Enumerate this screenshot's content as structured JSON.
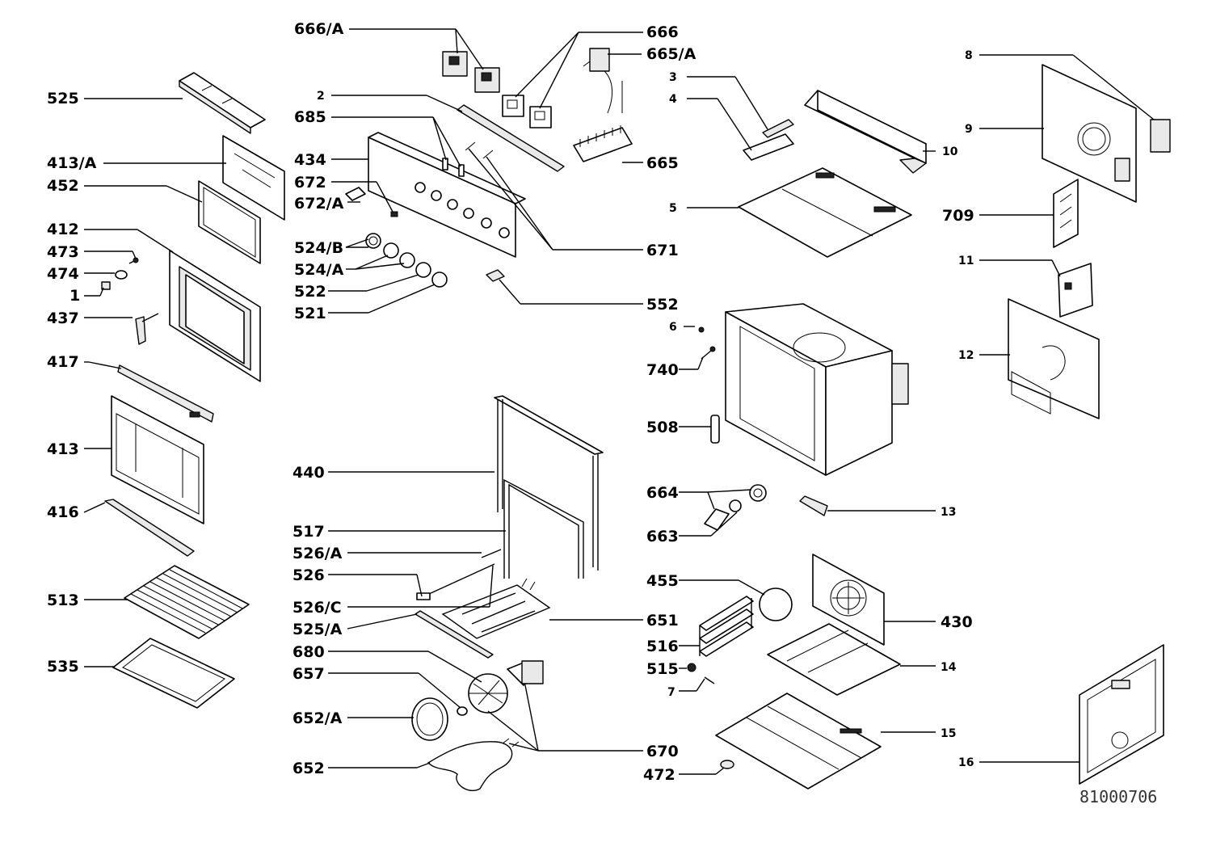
{
  "diagram": {
    "document_number": "81000706",
    "labels": {
      "p525": "525",
      "p413a": "413/A",
      "p452": "452",
      "p412": "412",
      "p473": "473",
      "p474": "474",
      "p1": "1",
      "p437": "437",
      "p417": "417",
      "p413": "413",
      "p416": "416",
      "p513": "513",
      "p535": "535",
      "p666a": "666/A",
      "p2": "2",
      "p685": "685",
      "p434": "434",
      "p672": "672",
      "p672a": "672/A",
      "p524b": "524/B",
      "p524a": "524/A",
      "p522": "522",
      "p521": "521",
      "p666": "666",
      "p665a": "665/A",
      "p665": "665",
      "p671": "671",
      "p552": "552",
      "p440": "440",
      "p517": "517",
      "p526a": "526/A",
      "p526": "526",
      "p526c": "526/C",
      "p525a": "525/A",
      "p680": "680",
      "p657": "657",
      "p652a": "652/A",
      "p652": "652",
      "p651": "651",
      "p670": "670",
      "p3": "3",
      "p4": "4",
      "p10": "10",
      "p5": "5",
      "p6": "6",
      "p740": "740",
      "p508": "508",
      "p664": "664",
      "p663": "663",
      "p13": "13",
      "p455": "455",
      "p516": "516",
      "p515": "515",
      "p7": "7",
      "p430": "430",
      "p14": "14",
      "p15": "15",
      "p472": "472",
      "p16": "16",
      "p8": "8",
      "p9": "9",
      "p709": "709",
      "p11": "11",
      "p12": "12"
    }
  }
}
